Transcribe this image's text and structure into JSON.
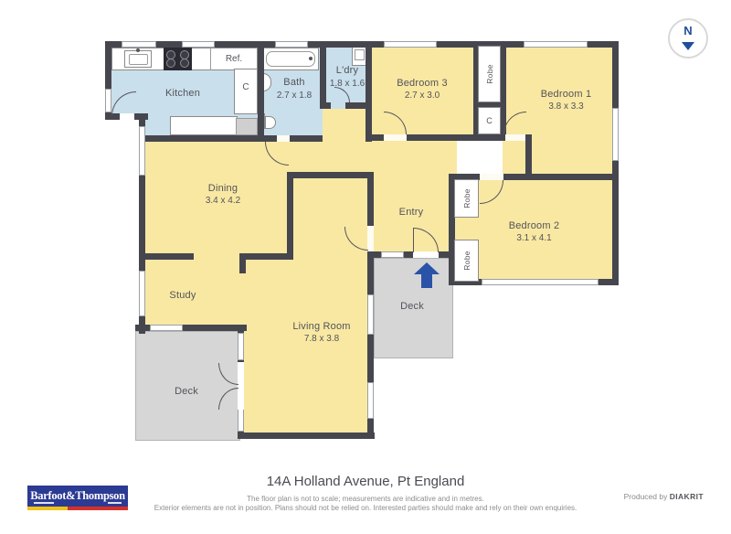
{
  "compass": {
    "label": "N"
  },
  "rooms": {
    "kitchen": {
      "label": "Kitchen"
    },
    "bath": {
      "label": "Bath",
      "dims": "2.7 x 1.8"
    },
    "laundry": {
      "label": "L'dry",
      "dims": "1.8 x 1.6"
    },
    "bedroom3": {
      "label": "Bedroom 3",
      "dims": "2.7 x 3.0"
    },
    "bedroom1": {
      "label": "Bedroom 1",
      "dims": "3.8 x 3.3"
    },
    "bedroom2": {
      "label": "Bedroom 2",
      "dims": "3.1 x 4.1"
    },
    "dining": {
      "label": "Dining",
      "dims": "3.4 x 4.2"
    },
    "entry": {
      "label": "Entry"
    },
    "study": {
      "label": "Study"
    },
    "living": {
      "label": "Living Room",
      "dims": "7.8 x 3.8"
    },
    "deck_left": {
      "label": "Deck"
    },
    "deck_right": {
      "label": "Deck"
    },
    "robe_hall": {
      "label": "Robe"
    },
    "robe_bed2_top": {
      "label": "Robe"
    },
    "robe_bed2_bottom": {
      "label": "Robe"
    },
    "cupboard_kitchen": {
      "label": "C"
    },
    "cupboard_hall": {
      "label": "C"
    },
    "fridge": {
      "label": "Ref."
    }
  },
  "footer": {
    "address": "14A Holland Avenue, Pt England",
    "disclaimer_line1": "The floor plan is not to scale; measurements are indicative and in metres.",
    "disclaimer_line2": "Exterior elements are not in position. Plans should not be relied on. Interested parties should make and rely on their own enquiries.",
    "produced_by": "Produced by ",
    "producer": "DIAKRIT"
  },
  "logo": {
    "name": "Barfoot&Thompson"
  },
  "colors": {
    "room_yellow": "#f9e8a2",
    "wet_blue": "#c9dfeb",
    "wall": "#46464e",
    "deck": "#d6d6d6",
    "accent_blue": "#2a53a8",
    "logo_blue": "#2b3a92",
    "logo_yellow": "#f0c21a",
    "logo_red": "#d63129"
  }
}
